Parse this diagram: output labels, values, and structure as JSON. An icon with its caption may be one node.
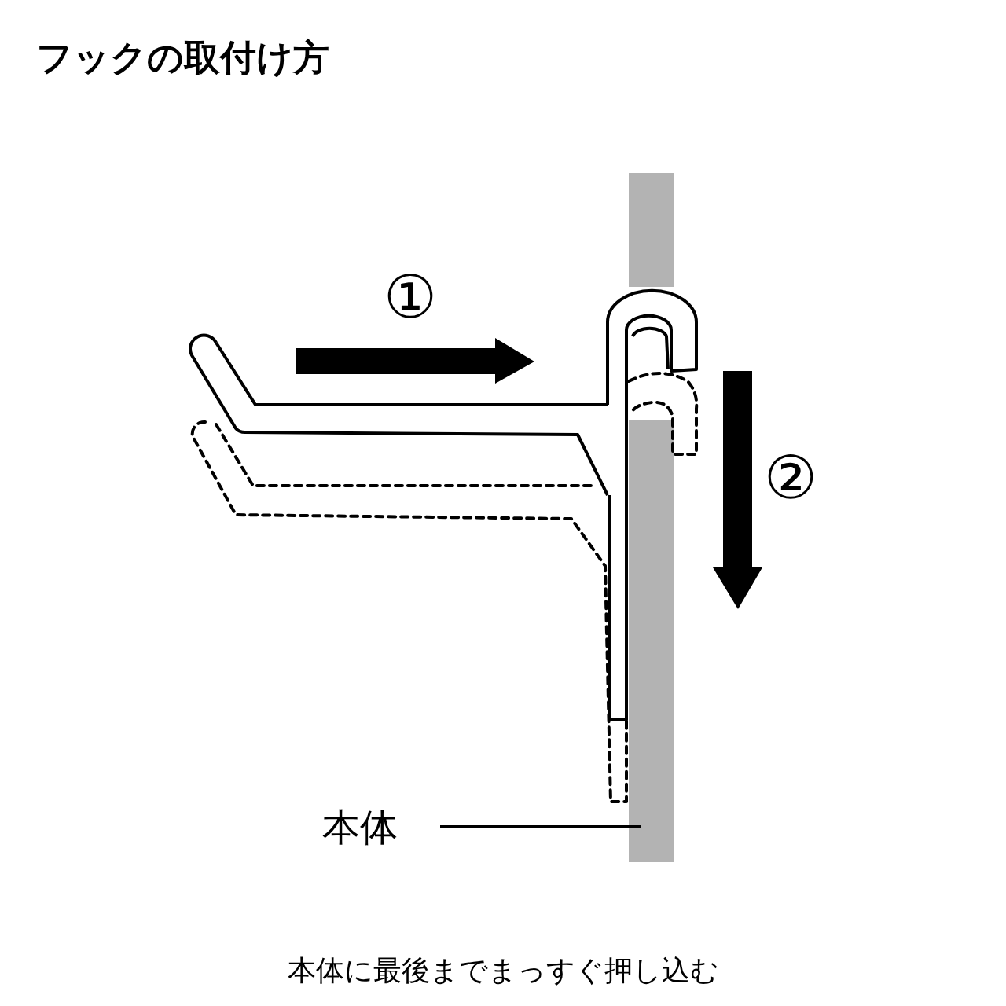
{
  "diagram": {
    "title": "フックの取付け方",
    "caption": "本体に最後までまっすぐ押し込む",
    "nodes": [
      {
        "text": [
          "本体"
        ]
      },
      {
        "text": [],
        "shape": "bar"
      }
    ],
    "edges": [
      {
        "from": 0,
        "to": 1,
        "arrow": "none"
      }
    ],
    "labels": [
      "①",
      "②"
    ]
  }
}
